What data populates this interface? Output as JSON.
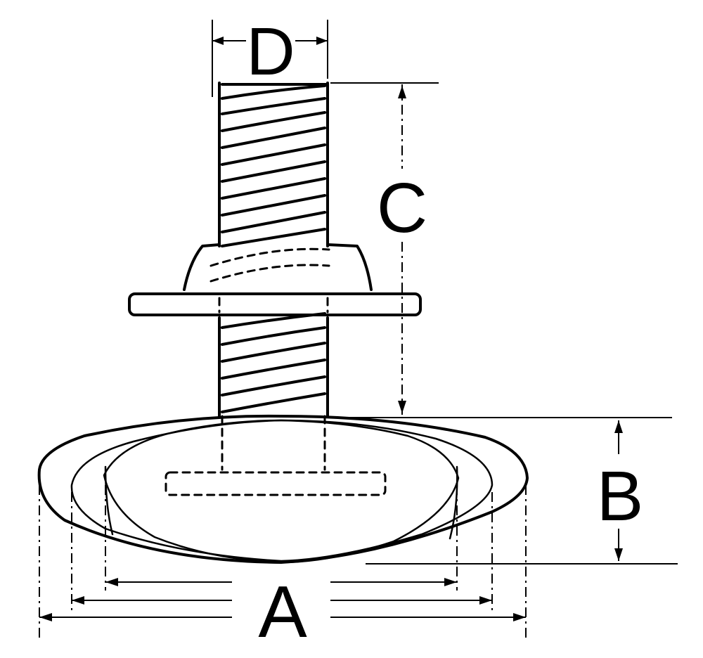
{
  "labels": {
    "A": "A",
    "B": "B",
    "C": "C",
    "D": "D"
  },
  "colors": {
    "ink": "#000000",
    "background": "#ffffff"
  }
}
